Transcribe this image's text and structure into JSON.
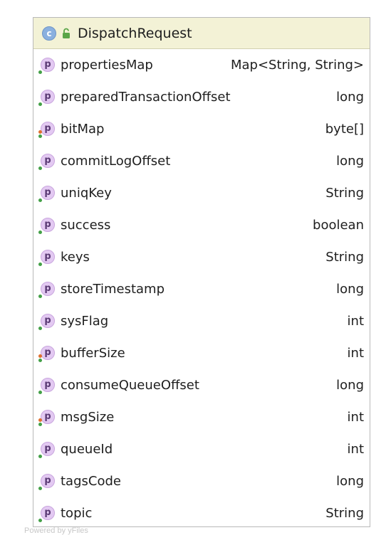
{
  "class": {
    "icon_letter": "c",
    "name": "DispatchRequest"
  },
  "fields": [
    {
      "name": "propertiesMap",
      "type": "Map<String, String>",
      "visibility": "public"
    },
    {
      "name": "preparedTransactionOffset",
      "type": "long",
      "visibility": "public"
    },
    {
      "name": "bitMap",
      "type": "byte[]",
      "visibility": "mixed"
    },
    {
      "name": "commitLogOffset",
      "type": "long",
      "visibility": "public"
    },
    {
      "name": "uniqKey",
      "type": "String",
      "visibility": "public"
    },
    {
      "name": "success",
      "type": "boolean",
      "visibility": "public"
    },
    {
      "name": "keys",
      "type": "String",
      "visibility": "public"
    },
    {
      "name": "storeTimestamp",
      "type": "long",
      "visibility": "public"
    },
    {
      "name": "sysFlag",
      "type": "int",
      "visibility": "public"
    },
    {
      "name": "bufferSize",
      "type": "int",
      "visibility": "mixed"
    },
    {
      "name": "consumeQueueOffset",
      "type": "long",
      "visibility": "public"
    },
    {
      "name": "msgSize",
      "type": "int",
      "visibility": "mixed"
    },
    {
      "name": "queueId",
      "type": "int",
      "visibility": "public"
    },
    {
      "name": "tagsCode",
      "type": "long",
      "visibility": "public"
    },
    {
      "name": "topic",
      "type": "String",
      "visibility": "public"
    }
  ],
  "property_icon_letter": "p",
  "footer": "Powered by yFiles",
  "colors": {
    "header_bg": "#f3f2d6",
    "class_icon": "#8ab0df",
    "property_icon": "#e3c9f2",
    "public_dot": "#43a047",
    "private_dot": "#e07030"
  },
  "icons": {
    "class": "class-icon",
    "access": "public-access-icon",
    "property": "property-icon"
  }
}
